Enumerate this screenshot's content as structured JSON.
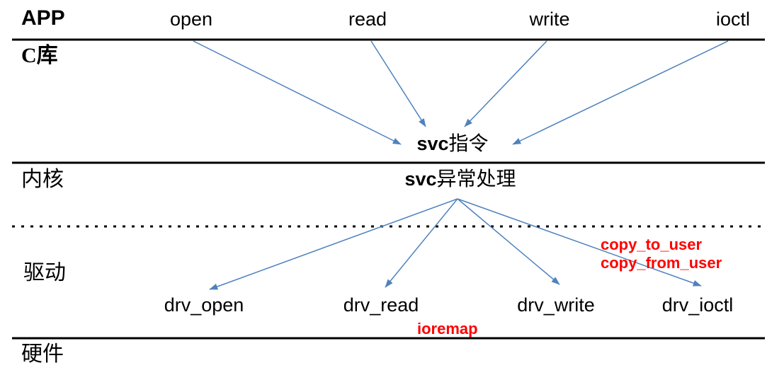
{
  "layers": {
    "app": "APP",
    "clib": "C库",
    "kernel": "内核",
    "driver": "驱动",
    "hardware": "硬件"
  },
  "api_calls": [
    "open",
    "read",
    "write",
    "ioctl"
  ],
  "svc_instruction": {
    "latin": "svc",
    "cjk": "指令"
  },
  "svc_handler": {
    "latin": "svc",
    "cjk": "异常处理"
  },
  "driver_funcs": [
    "drv_open",
    "drv_read",
    "drv_write",
    "drv_ioctl"
  ],
  "annotations": {
    "copy_to": "copy_to_user",
    "copy_from": "copy_from_user",
    "ioremap": "ioremap"
  },
  "colors": {
    "arrow": "#4f81bd",
    "annotation": "#ff0000",
    "rule": "#000000"
  }
}
